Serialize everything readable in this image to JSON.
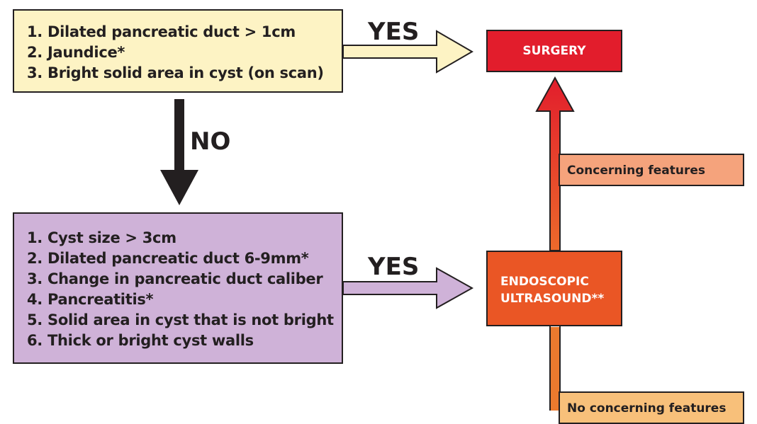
{
  "high_risk_criteria": {
    "items": [
      "1. Dilated pancreatic duct > 1cm",
      "2. Jaundice*",
      "3. Bright solid area in cyst (on scan)"
    ]
  },
  "worrisome_criteria": {
    "items": [
      "1. Cyst size > 3cm",
      "2. Dilated pancreatic duct 6-9mm*",
      "3. Change in pancreatic duct caliber",
      "4. Pancreatitis*",
      "5. Solid area in cyst that is not bright",
      "6. Thick or bright cyst walls"
    ]
  },
  "edges": {
    "yes_top": "YES",
    "no": "NO",
    "yes_bottom": "YES"
  },
  "outcomes": {
    "surgery": "SURGERY",
    "eus_line1": "ENDOSCOPIC",
    "eus_line2": "ULTRASOUND**",
    "concerning": "Concerning features",
    "no_concerning": "No concerning features"
  },
  "colors": {
    "high_risk_fill": "#fdf3c4",
    "worrisome_fill": "#cfb2d8",
    "surgery_fill": "#e21d2c",
    "eus_fill": "#ea5625",
    "concerning_fill": "#f5a37c",
    "no_concerning_fill": "#f8c07a"
  }
}
